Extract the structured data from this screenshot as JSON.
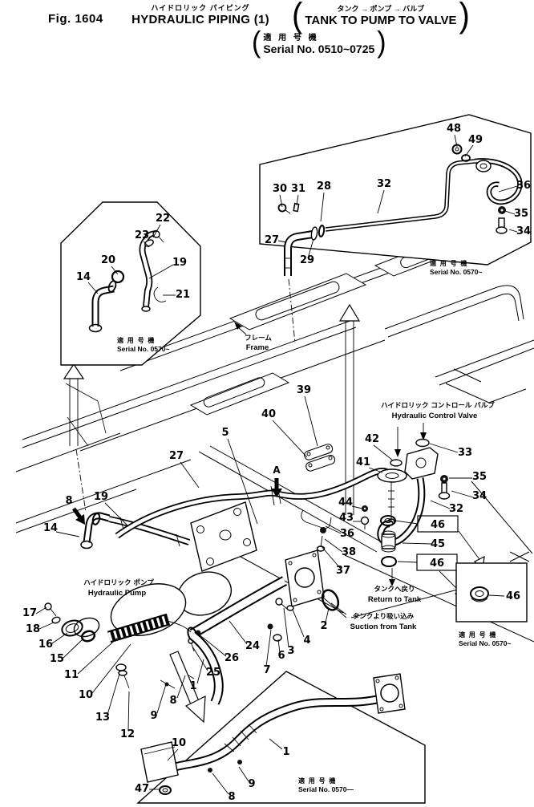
{
  "figure": {
    "fig_label": "Fig. 1604",
    "title_jp": "ハイドロリック パイピング",
    "title_en": "HYDRAULIC PIPING (1)",
    "route_jp": "タンク → ポンプ → バルブ",
    "route_en": "TANK TO PUMP TO VALVE",
    "serial_label_jp": "適 用 号 機",
    "serial_range_en": "Serial No. 0510~0725"
  },
  "diagram_labels": {
    "frame_jp": "フレーム",
    "frame_en": "Frame",
    "hydraulic_pump_jp": "ハイドロリック ポンプ",
    "hydraulic_pump_en": "Hydraulic Pump",
    "control_valve_jp": "ハイドロリック コントロール バルブ",
    "control_valve_en": "Hydraulic Control Valve",
    "return_to_tank_jp": "タンクへ戻り",
    "return_to_tank_en": "Return to Tank",
    "suction_from_tank_jp": "タンクより吸い込み",
    "suction_from_tank_en": "Suction from Tank",
    "section_marker": "A",
    "serial_note_jp": "適 用 号 機",
    "serial_note_en": "Serial No. 0570~",
    "serial_note_en_dash": "Serial No. 0570—"
  },
  "callouts": [
    "22",
    "23",
    "20",
    "14",
    "19",
    "21",
    "30",
    "31",
    "28",
    "32",
    "48",
    "49",
    "36",
    "35",
    "34",
    "27",
    "29",
    "39",
    "40",
    "5",
    "27",
    "19",
    "8",
    "14",
    "42",
    "41",
    "33",
    "35",
    "34",
    "32",
    "44",
    "43",
    "36",
    "38",
    "37",
    "2",
    "46",
    "45",
    "46",
    "46",
    "17",
    "18",
    "16",
    "15",
    "11",
    "10",
    "13",
    "12",
    "9",
    "8",
    "1",
    "26",
    "25",
    "24",
    "7",
    "6",
    "3",
    "4",
    "10",
    "47",
    "8",
    "9",
    "1"
  ]
}
